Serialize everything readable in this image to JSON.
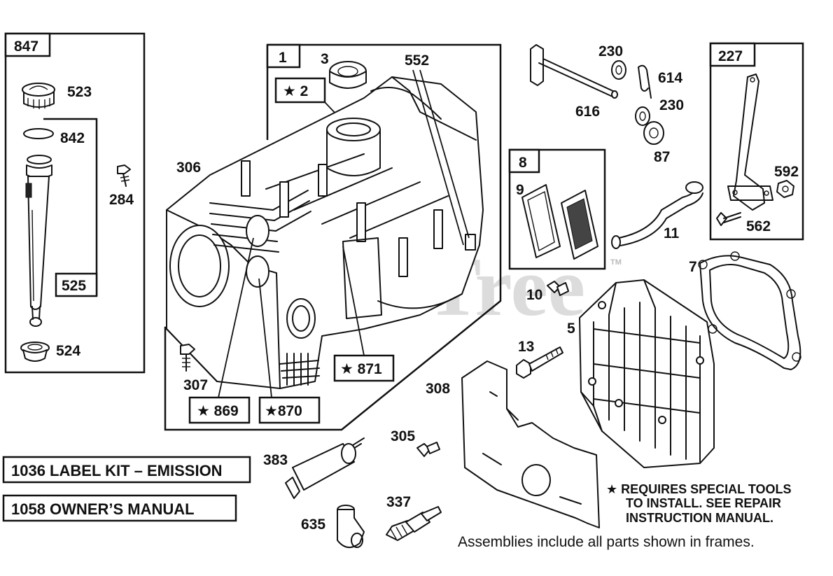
{
  "watermark": "PartsTree",
  "watermark_tm": "TM",
  "callouts": {
    "p847": "847",
    "p523": "523",
    "p842": "842",
    "p284": "284",
    "p525": "525",
    "p524": "524",
    "p1": "1",
    "p3": "3",
    "p552": "552",
    "p2": "★ 2",
    "p306": "306",
    "p307": "307",
    "p869": "★ 869",
    "p870": "★870",
    "p871": "★ 871",
    "p230a": "230",
    "p614": "614",
    "p616": "616",
    "p230b": "230",
    "p87": "87",
    "p227": "227",
    "p592": "592",
    "p562": "562",
    "p8": "8",
    "p9": "9",
    "p11": "11",
    "p7": "7",
    "p10": "10",
    "p5": "5",
    "p13": "13",
    "p308": "308",
    "p305": "305",
    "p383": "383",
    "p337": "337",
    "p635": "635"
  },
  "kits": {
    "label_kit": "1036 LABEL KIT – EMISSION",
    "owners_manual": "1058 OWNER’S MANUAL"
  },
  "notes": {
    "special_tools_line1": "★ REQUIRES SPECIAL TOOLS",
    "special_tools_line2": "TO INSTALL.  SEE REPAIR",
    "special_tools_line3": "INSTRUCTION MANUAL.",
    "assemblies": "Assemblies include all parts shown in frames."
  }
}
